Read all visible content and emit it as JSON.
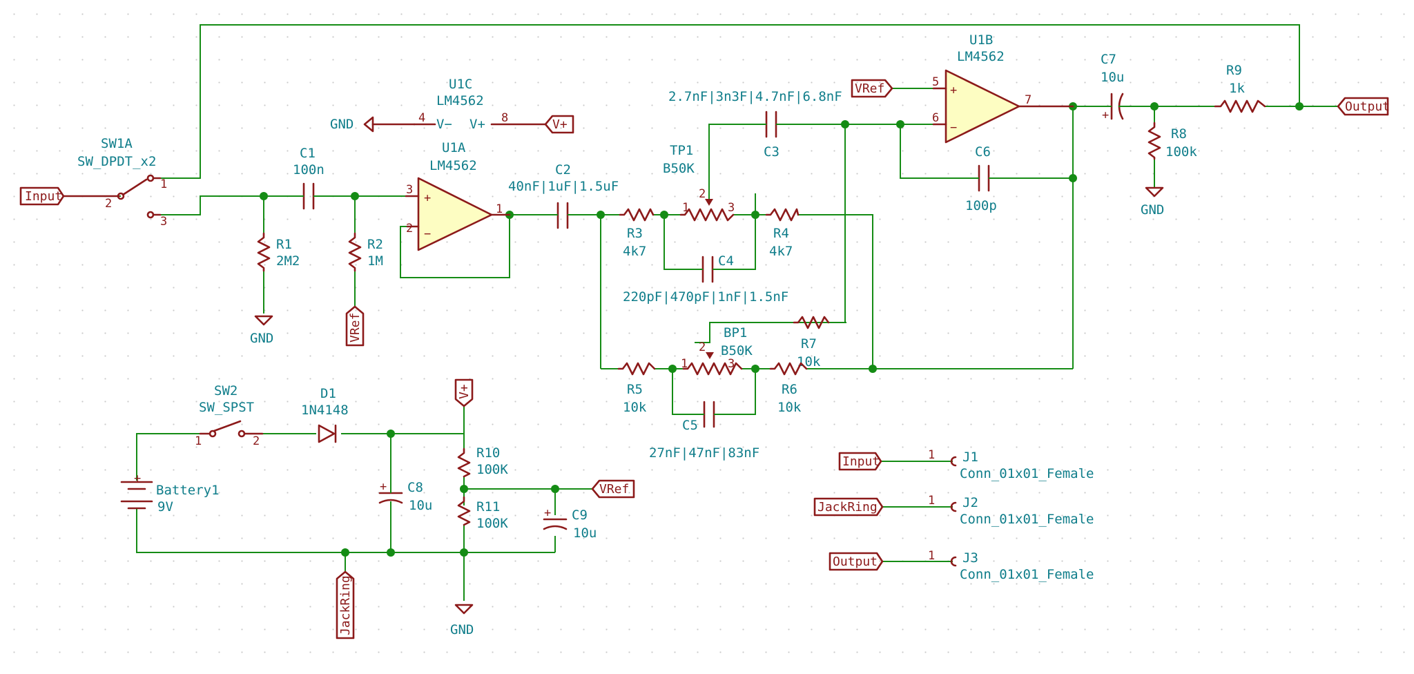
{
  "schematic": {
    "components": {
      "SW1A": {
        "ref": "SW1A",
        "value": "SW_DPDT_x2"
      },
      "C1": {
        "ref": "C1",
        "value": "100n"
      },
      "U1A": {
        "ref": "U1A",
        "value": "LM4562"
      },
      "U1C": {
        "ref": "U1C",
        "value": "LM4562"
      },
      "U1B": {
        "ref": "U1B",
        "value": "LM4562"
      },
      "R1": {
        "ref": "R1",
        "value": "2M2"
      },
      "R2": {
        "ref": "R2",
        "value": "1M"
      },
      "C2": {
        "ref": "C2",
        "value": "40nF|1uF|1.5uF"
      },
      "R3": {
        "ref": "R3",
        "value": "4k7"
      },
      "TP1": {
        "ref": "TP1",
        "value": "B50K"
      },
      "R4": {
        "ref": "R4",
        "value": "4k7"
      },
      "C3": {
        "ref": "C3",
        "value": "2.7nF|3n3F|4.7nF|6.8nF"
      },
      "C4": {
        "ref": "C4",
        "value": "220pF|470pF|1nF|1.5nF"
      },
      "C6": {
        "ref": "C6",
        "value": "100p"
      },
      "C7": {
        "ref": "C7",
        "value": "10u"
      },
      "R9": {
        "ref": "R9",
        "value": "1k"
      },
      "R8": {
        "ref": "R8",
        "value": "100k"
      },
      "BP1": {
        "ref": "BP1",
        "value": "B50K"
      },
      "R7": {
        "ref": "R7",
        "value": "10k"
      },
      "R5": {
        "ref": "R5",
        "value": "10k"
      },
      "R6": {
        "ref": "R6",
        "value": "10k"
      },
      "C5": {
        "ref": "C5",
        "value": "27nF|47nF|83nF"
      },
      "SW2": {
        "ref": "SW2",
        "value": "SW_SPST"
      },
      "D1": {
        "ref": "D1",
        "value": "1N4148"
      },
      "Battery1": {
        "ref": "Battery1",
        "value": "9V"
      },
      "C8": {
        "ref": "C8",
        "value": "10u"
      },
      "R10": {
        "ref": "R10",
        "value": "100K"
      },
      "R11": {
        "ref": "R11",
        "value": "100K"
      },
      "C9": {
        "ref": "C9",
        "value": "10u"
      },
      "J1": {
        "ref": "J1",
        "value": "Conn_01x01_Female"
      },
      "J2": {
        "ref": "J2",
        "value": "Conn_01x01_Female"
      },
      "J3": {
        "ref": "J3",
        "value": "Conn_01x01_Female"
      }
    },
    "labels": {
      "input": "Input",
      "output": "Output",
      "vref": "VRef",
      "vplus": "V+",
      "jackring": "JackRing",
      "gnd": "GND"
    },
    "pins": {
      "p1": "1",
      "p2": "2",
      "p3": "3",
      "p4": "4",
      "p5": "5",
      "p6": "6",
      "p7": "7",
      "p8": "8",
      "vminus": "V−",
      "vplus": "V+",
      "plus": "+",
      "minus": "−"
    }
  },
  "colors": {
    "wire": "#158c15",
    "symbol": "#8c1a1a",
    "text": "#0f7d8a",
    "opamp_fill": "#fdfdc2"
  }
}
